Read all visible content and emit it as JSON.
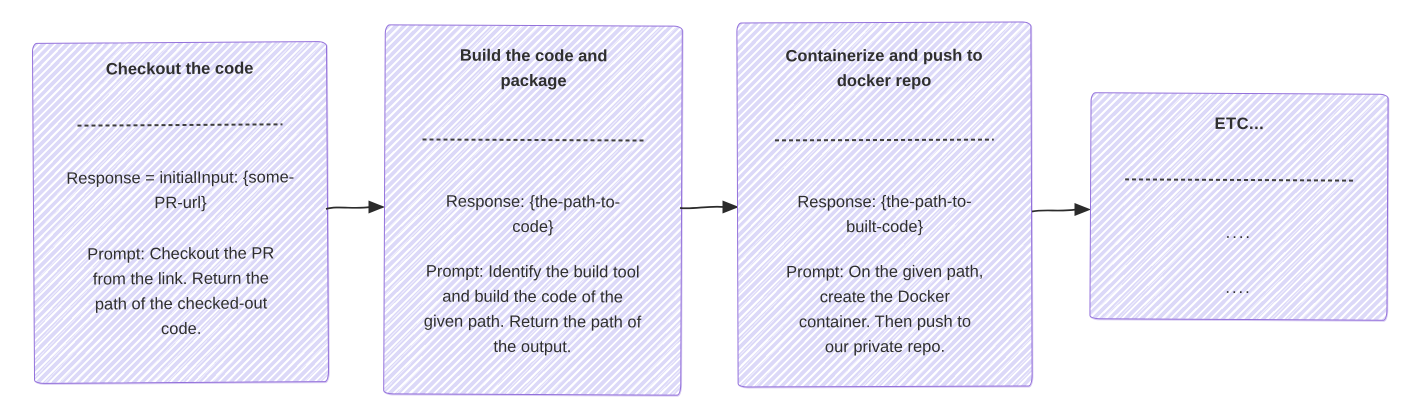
{
  "diagram": {
    "type": "flowchart-hand-drawn",
    "colors": {
      "node_border": "#9370DB",
      "node_fill_hatch": "#dcd9f8",
      "node_background": "#ffffff",
      "text": "#2f2f2f",
      "arrow": "#2b2b2b",
      "page_background": "#ffffff"
    },
    "nodes": [
      {
        "title": "Checkout the code",
        "response": "Response = initialInput: {some-PR-url}",
        "prompt": "Prompt: Checkout the PR from the link. Return the path of the checked-out code."
      },
      {
        "title": "Build the code and package",
        "response": "Response: {the-path-to-code}",
        "prompt": "Prompt: Identify the build tool and build the code of the given path. Return the path of the output."
      },
      {
        "title": "Containerize and push to docker repo",
        "response": "Response: {the-path-to-built-code}",
        "prompt": "Prompt: On the given path, create the Docker container. Then push to our private repo."
      },
      {
        "title": "ETC...",
        "response": "....",
        "prompt": "...."
      }
    ],
    "connectors": [
      {
        "from": 0,
        "to": 1,
        "style": "arrow-right"
      },
      {
        "from": 1,
        "to": 2,
        "style": "arrow-right"
      },
      {
        "from": 2,
        "to": 3,
        "style": "arrow-right"
      }
    ]
  }
}
